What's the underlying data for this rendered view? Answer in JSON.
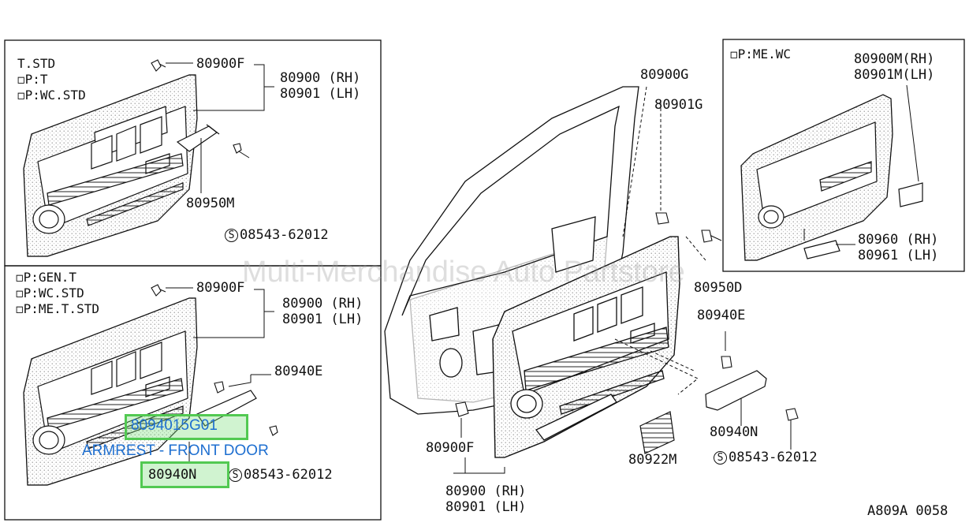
{
  "watermark": "Multi-Merchandise Auto Partstore",
  "figure_code": "A809A 0058",
  "inset_top_left": {
    "options": [
      "T.STD",
      "◻P:T",
      "◻P:WC.STD"
    ],
    "labels": {
      "clip": "80900F",
      "trim_rh": "80900 (RH)",
      "trim_lh": "80901 (LH)",
      "pull": "80950M",
      "screw_prefix": "S",
      "screw": "08543-62012"
    }
  },
  "inset_bottom_left": {
    "options": [
      "◻P:GEN.T",
      "◻P:WC.STD",
      "◻P:ME.T.STD"
    ],
    "labels": {
      "clip": "80900F",
      "trim_rh": "80900 (RH)",
      "trim_lh": "80901 (LH)",
      "bolt": "80940E",
      "armrest": "80940N",
      "screw_prefix": "S",
      "screw": "08543-62012"
    },
    "highlight": {
      "part_number": "8094015G01",
      "description": "ARMREST - FRONT DOOR"
    }
  },
  "inset_top_right": {
    "options": [
      "◻P:ME.WC"
    ],
    "labels": {
      "trim_rh": "80900M(RH)",
      "trim_lh": "80901M(LH)",
      "pocket_rh": "80960 (RH)",
      "pocket_lh": "80961 (LH)"
    }
  },
  "main": {
    "labels": {
      "weatherstrip_g": "80900G",
      "clip_g": "80901G",
      "pull_d": "80950D",
      "bolt": "80940E",
      "armrest": "80940N",
      "screw_prefix": "S",
      "screw": "08543-62012",
      "clip": "80900F",
      "trim_rh": "80900 (RH)",
      "trim_lh": "80901 (LH)",
      "grille": "80922M"
    }
  }
}
